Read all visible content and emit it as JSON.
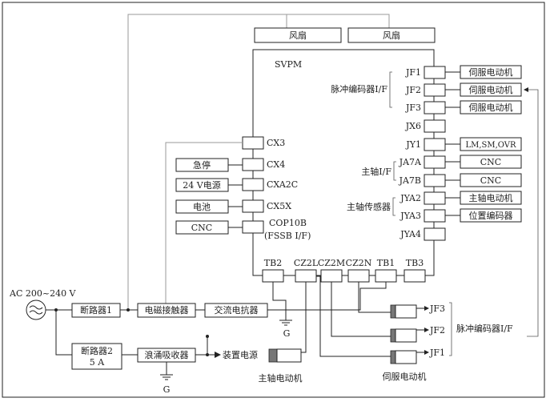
{
  "fans": [
    "风扇",
    "风扇"
  ],
  "module": "SVPM",
  "right_connectors": [
    "JF1",
    "JF2",
    "JF3",
    "JX6",
    "JY1",
    "JA7A",
    "JA7B",
    "JYA2",
    "JYA3",
    "JYA4"
  ],
  "right_devices": [
    "伺服电动机",
    "伺服电动机",
    "伺服电动机",
    "LM,SM,OVR",
    "CNC",
    "CNC",
    "主轴电动机",
    "位置编码器"
  ],
  "group_labels": {
    "pulse_encoder": "脉冲编码器I/F",
    "spindle_if": "主轴I/F",
    "spindle_sensor": "主轴传感器"
  },
  "left_connectors": [
    "CX3",
    "CX4",
    "CXA2C",
    "CX5X",
    "COP10B",
    "(FSSB I/F)"
  ],
  "left_devices": [
    "急停",
    "24 V电源",
    "电池",
    "CNC"
  ],
  "bottom_connectors": [
    "TB2",
    "CZ2L",
    "CZ2M",
    "CZ2N",
    "TB1",
    "TB3"
  ],
  "power_chain": {
    "ac": "AC 200~240 V",
    "breaker1": "断路器1",
    "contactor": "电磁接触器",
    "reactor": "交流电抗器",
    "breaker2_line1": "断路器2",
    "breaker2_line2": "5 A",
    "absorber": "浪涌吸收器",
    "device_power": "装置电源",
    "ground": "G"
  },
  "motor_labels": {
    "spindle": "主轴电动机",
    "servo": "伺服电动机"
  },
  "feedback": {
    "ports": [
      "JF3",
      "JF2",
      "JF1"
    ],
    "label": "脉冲编码器I/F"
  }
}
